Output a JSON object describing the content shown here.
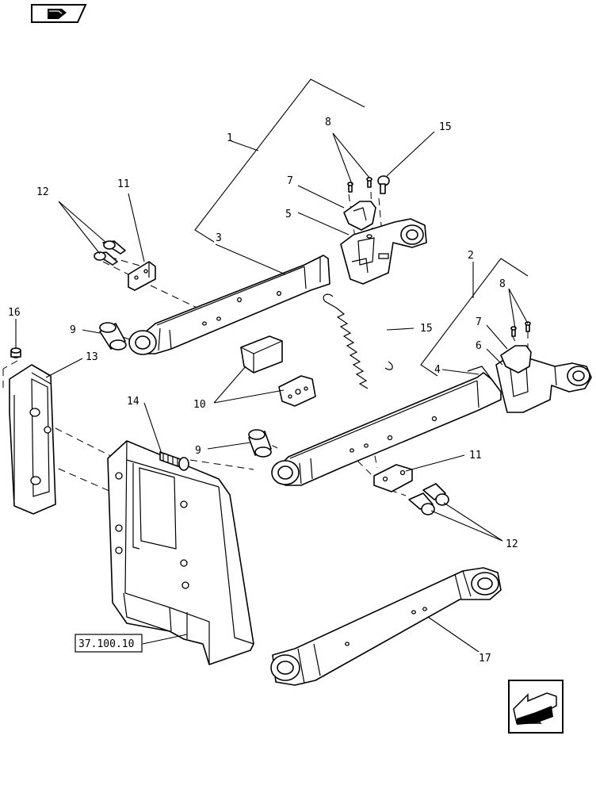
{
  "callouts": {
    "c1": "1",
    "c2": "2",
    "c3": "3",
    "c4": "4",
    "c5": "5",
    "c6": "6",
    "c7": "7",
    "c8": "8",
    "c9": "9",
    "c10": "10",
    "c11": "11",
    "c12": "12",
    "c13": "13",
    "c14": "14",
    "c15": "15",
    "c16": "16",
    "c17": "17"
  },
  "reference_box": {
    "label": "37.100.10"
  },
  "icons": {
    "top_left": "book-icon",
    "bottom_right": "exit-arrow-icon"
  }
}
